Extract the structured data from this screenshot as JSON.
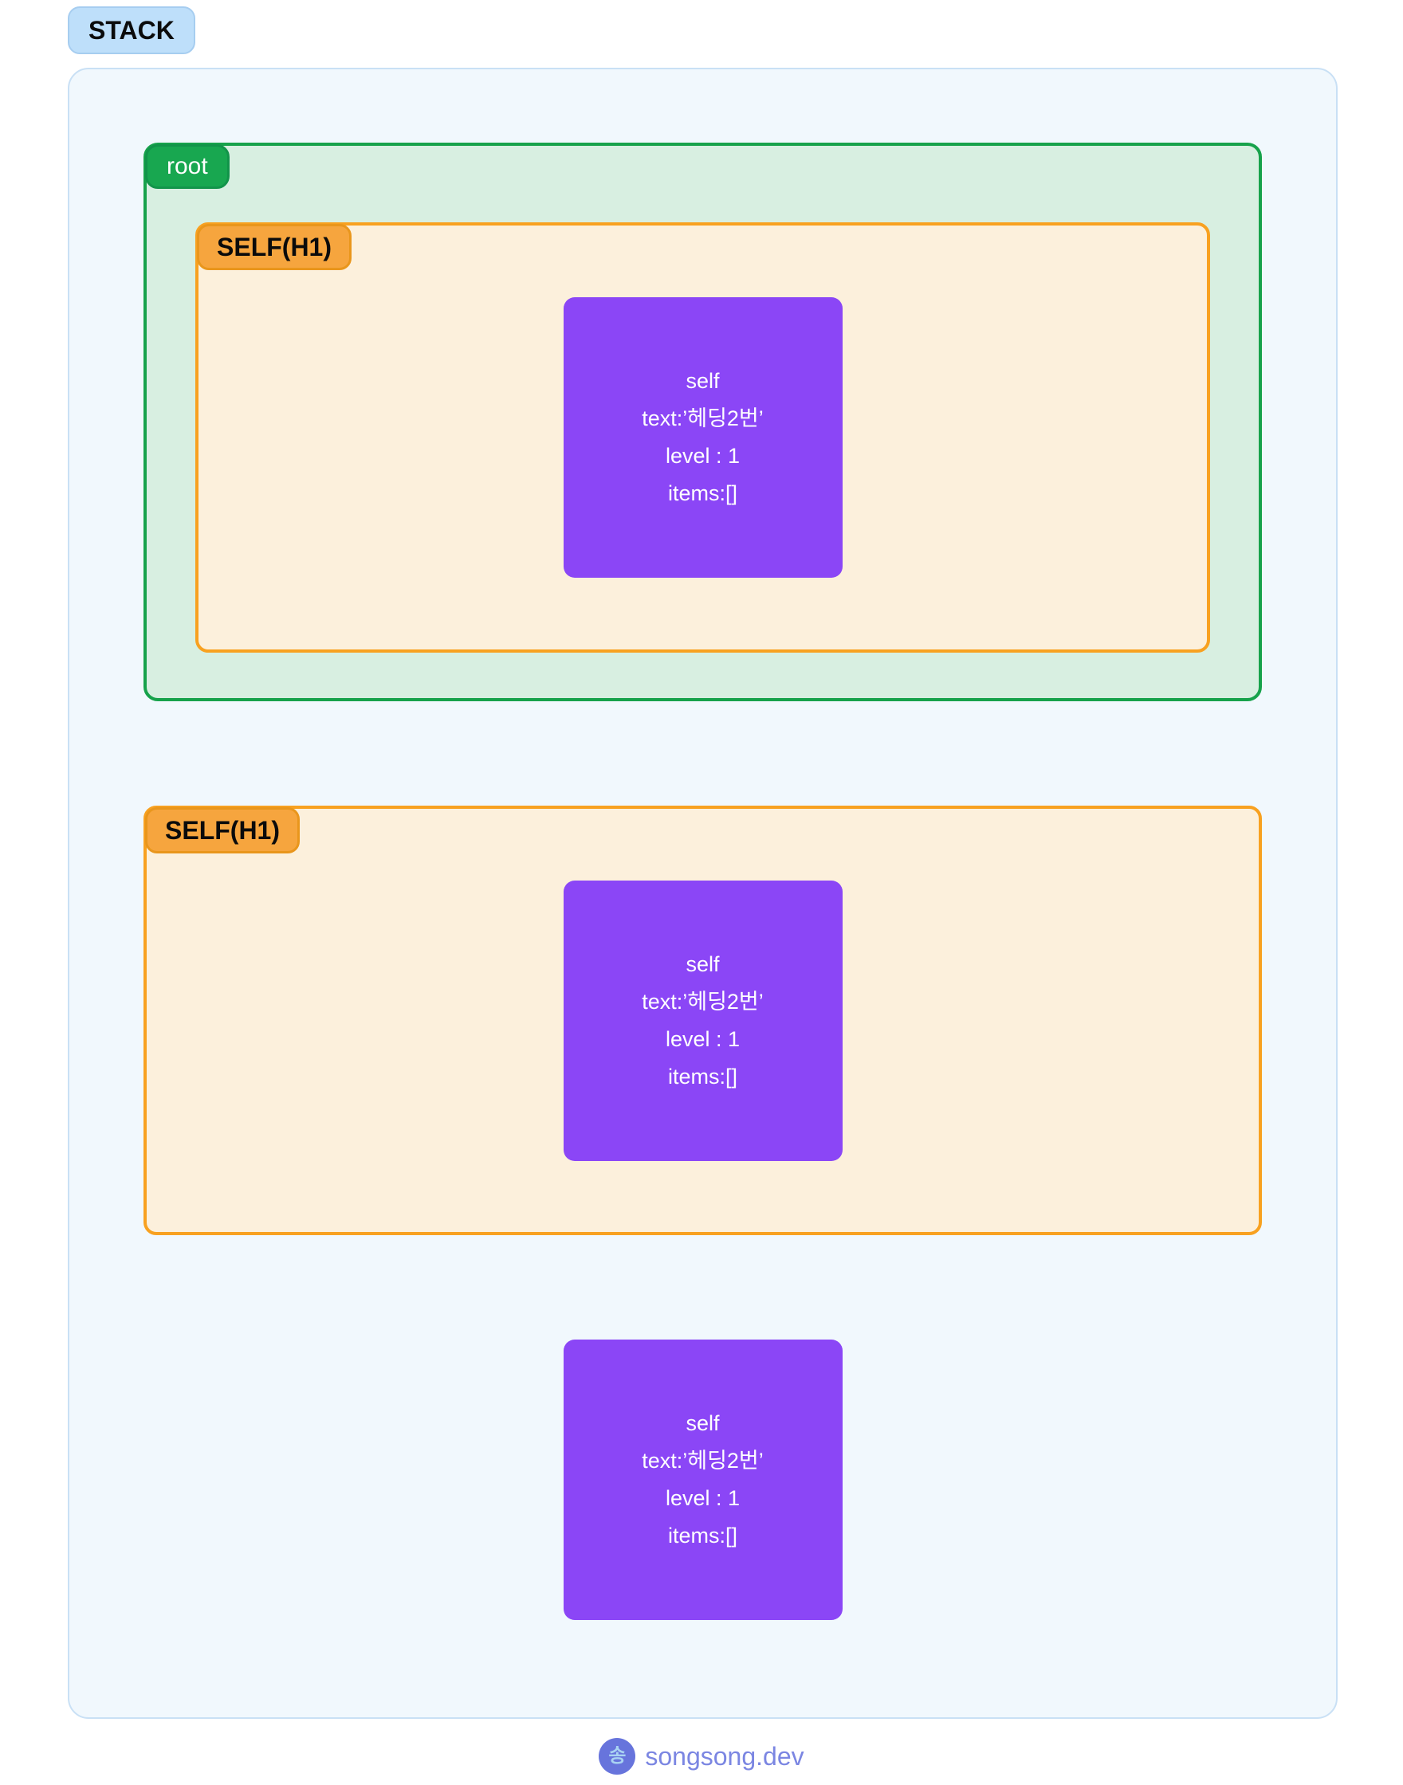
{
  "labels": {
    "stack": "STACK",
    "root": "root",
    "self_h1": "SELF(H1)"
  },
  "node_lines": [
    "self",
    "text:’헤딩2번’",
    "level : 1",
    "items:[]"
  ],
  "footer": {
    "logo_char": "송",
    "brand": "songsong.dev"
  },
  "colors": {
    "stack_badge_bg": "#bedffa",
    "stack_container_bg": "#f1f8fd",
    "stack_container_border": "#c9e0f5",
    "root_border": "#17a24b",
    "root_bg": "#d8efe1",
    "root_badge_bg": "#18a750",
    "self_border": "#f8a120",
    "self_bg": "#fcf0dc",
    "self_badge_bg": "#f6a53e",
    "node_bg": "#8b46f6",
    "footer_brand": "#7b86e2",
    "footer_logo_bg": "#6774dc"
  }
}
